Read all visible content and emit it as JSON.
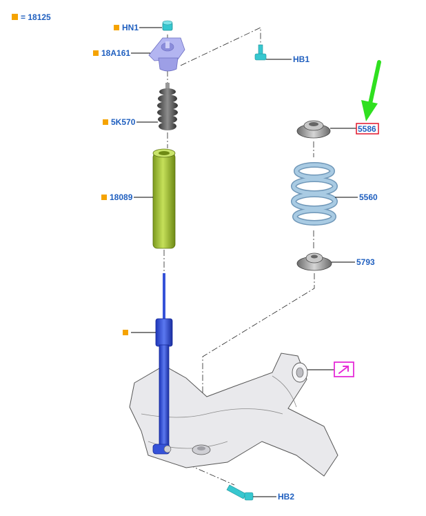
{
  "legend": {
    "text": "= 18125",
    "marker_color": "#f5a300"
  },
  "callouts": {
    "hn1": "HN1",
    "p18a161": "18A161",
    "hb1": "HB1",
    "p5k570": "5K570",
    "p18089": "18089",
    "p5586": "5586",
    "p5560": "5560",
    "p5793": "5793",
    "hb2": "HB2"
  },
  "colors": {
    "label_text": "#1f5fbf",
    "legend_marker": "#f5a300",
    "shock_absorber": "#3552d8",
    "dust_cover": "#a8c83a",
    "spring": "#a9cbe3",
    "mount": "#9d9fe6",
    "fastener": "#37c7cf",
    "highlight_box": "#e0152a",
    "pointer_arrow": "#2fe01f",
    "link_icon": "#e62bd8"
  },
  "icons": {
    "link": "arrow-link-icon",
    "pointer": "green-pointer-arrow-icon"
  }
}
